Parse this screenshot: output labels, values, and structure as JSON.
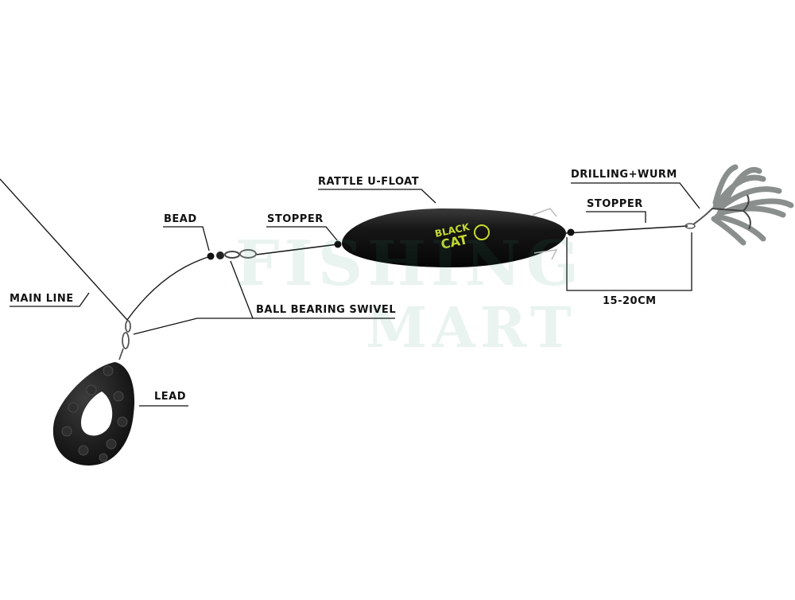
{
  "labels": {
    "main_line": "MAIN LINE",
    "bead": "BEAD",
    "stopper_left": "STOPPER",
    "rattle_float": "RATTLE U-FLOAT",
    "drilling_wurm": "DRILLING+WURM",
    "stopper_right": "STOPPER",
    "ball_bearing_swivel": "BALL BEARING SWIVEL",
    "lead": "LEAD",
    "distance": "15-20CM"
  },
  "float_brand": {
    "line1": "BLACK",
    "line2": "CAT"
  },
  "watermark": {
    "line1": "FISHING",
    "line2": "MART"
  },
  "colors": {
    "line": "#1a1a1a",
    "float": "#111111",
    "brand": "#c6d92e",
    "lure": "#8a8f8d",
    "lead": "#1c1c1c",
    "watermark": "#2f8f6a"
  }
}
